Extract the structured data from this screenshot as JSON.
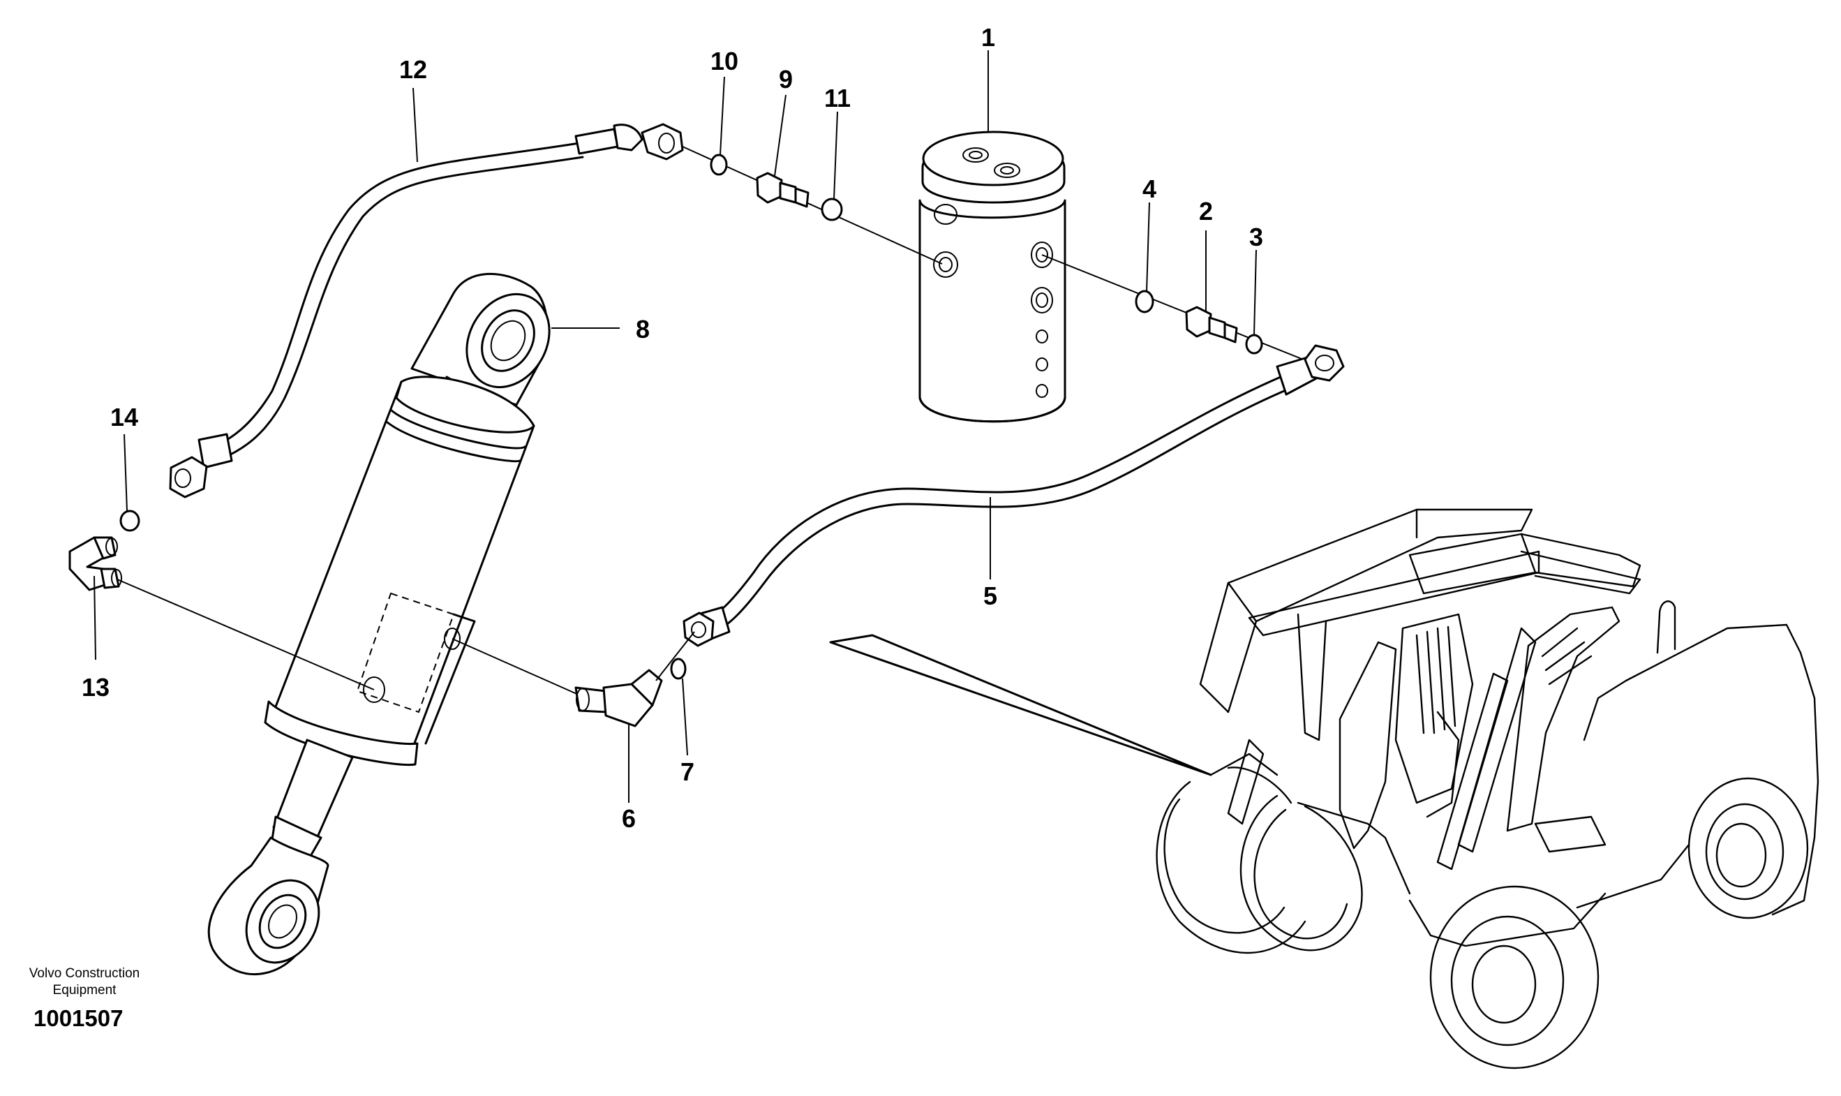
{
  "diagram": {
    "callouts": [
      "1",
      "2",
      "3",
      "4",
      "5",
      "6",
      "7",
      "8",
      "9",
      "10",
      "11",
      "12",
      "13",
      "14"
    ],
    "brand": [
      "Volvo Construction",
      "Equipment"
    ],
    "document_number": "1001507"
  }
}
